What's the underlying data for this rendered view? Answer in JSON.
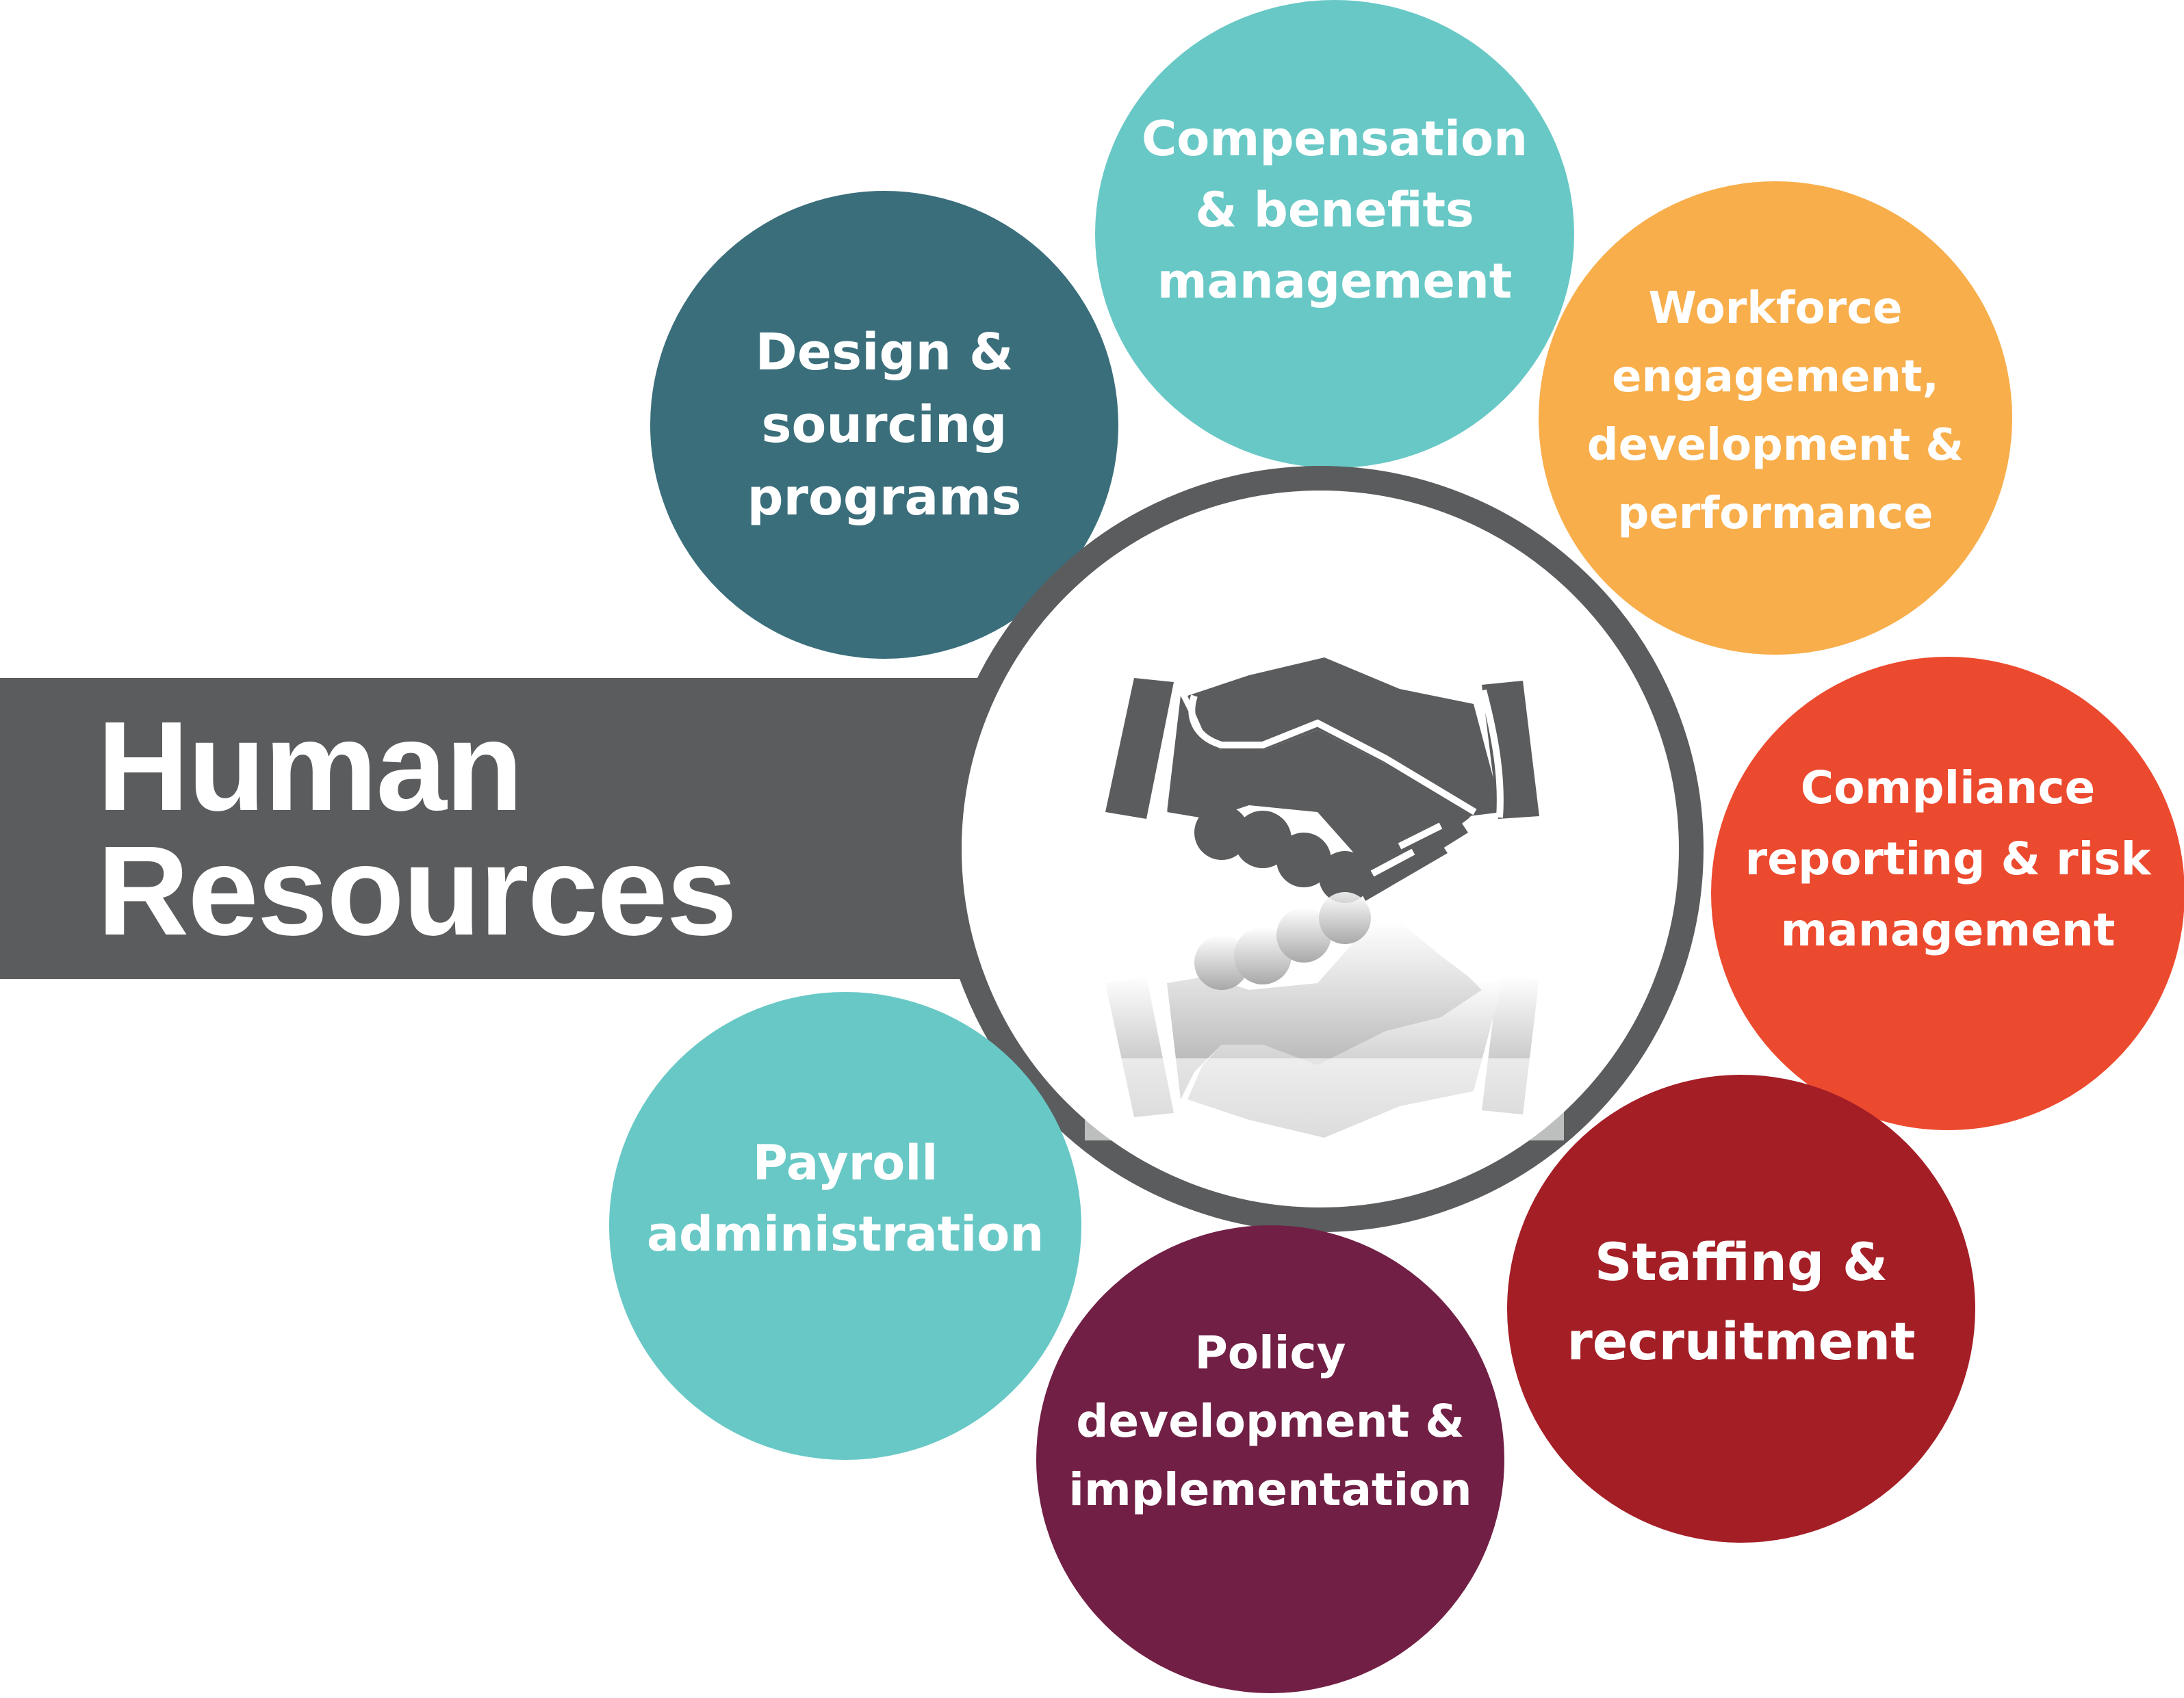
{
  "title": {
    "lines": [
      "Human",
      "Resources"
    ],
    "bar_color": "#5a5c5e",
    "text_color": "#ffffff"
  },
  "center": {
    "icon": "handshake-icon",
    "reflection": "handshake-reflection",
    "ring_color": "#5a5c5e",
    "icon_color": "#5a5c5e"
  },
  "bubbles": [
    {
      "id": "design-sourcing",
      "lines": [
        "Design &",
        "sourcing",
        "programs"
      ],
      "color": "#3a6e7b"
    },
    {
      "id": "compensation-benefits",
      "lines": [
        "Compensation",
        "& benefits",
        "management"
      ],
      "color": "#68c8c6"
    },
    {
      "id": "workforce-engagement",
      "lines": [
        "Workforce",
        "engagement,",
        "development &",
        "performance"
      ],
      "color": "#f8ae4b"
    },
    {
      "id": "compliance-risk",
      "lines": [
        "Compliance",
        "reporting & risk",
        "management"
      ],
      "color": "#ec4a2f"
    },
    {
      "id": "staffing-recruitment",
      "lines": [
        "Staffing &",
        "recruitment"
      ],
      "color": "#a41e26"
    },
    {
      "id": "policy-development",
      "lines": [
        "Policy",
        "development &",
        "implementation"
      ],
      "color": "#711f45"
    },
    {
      "id": "payroll-administration",
      "lines": [
        "Payroll",
        "administration"
      ],
      "color": "#68c8c6"
    }
  ]
}
